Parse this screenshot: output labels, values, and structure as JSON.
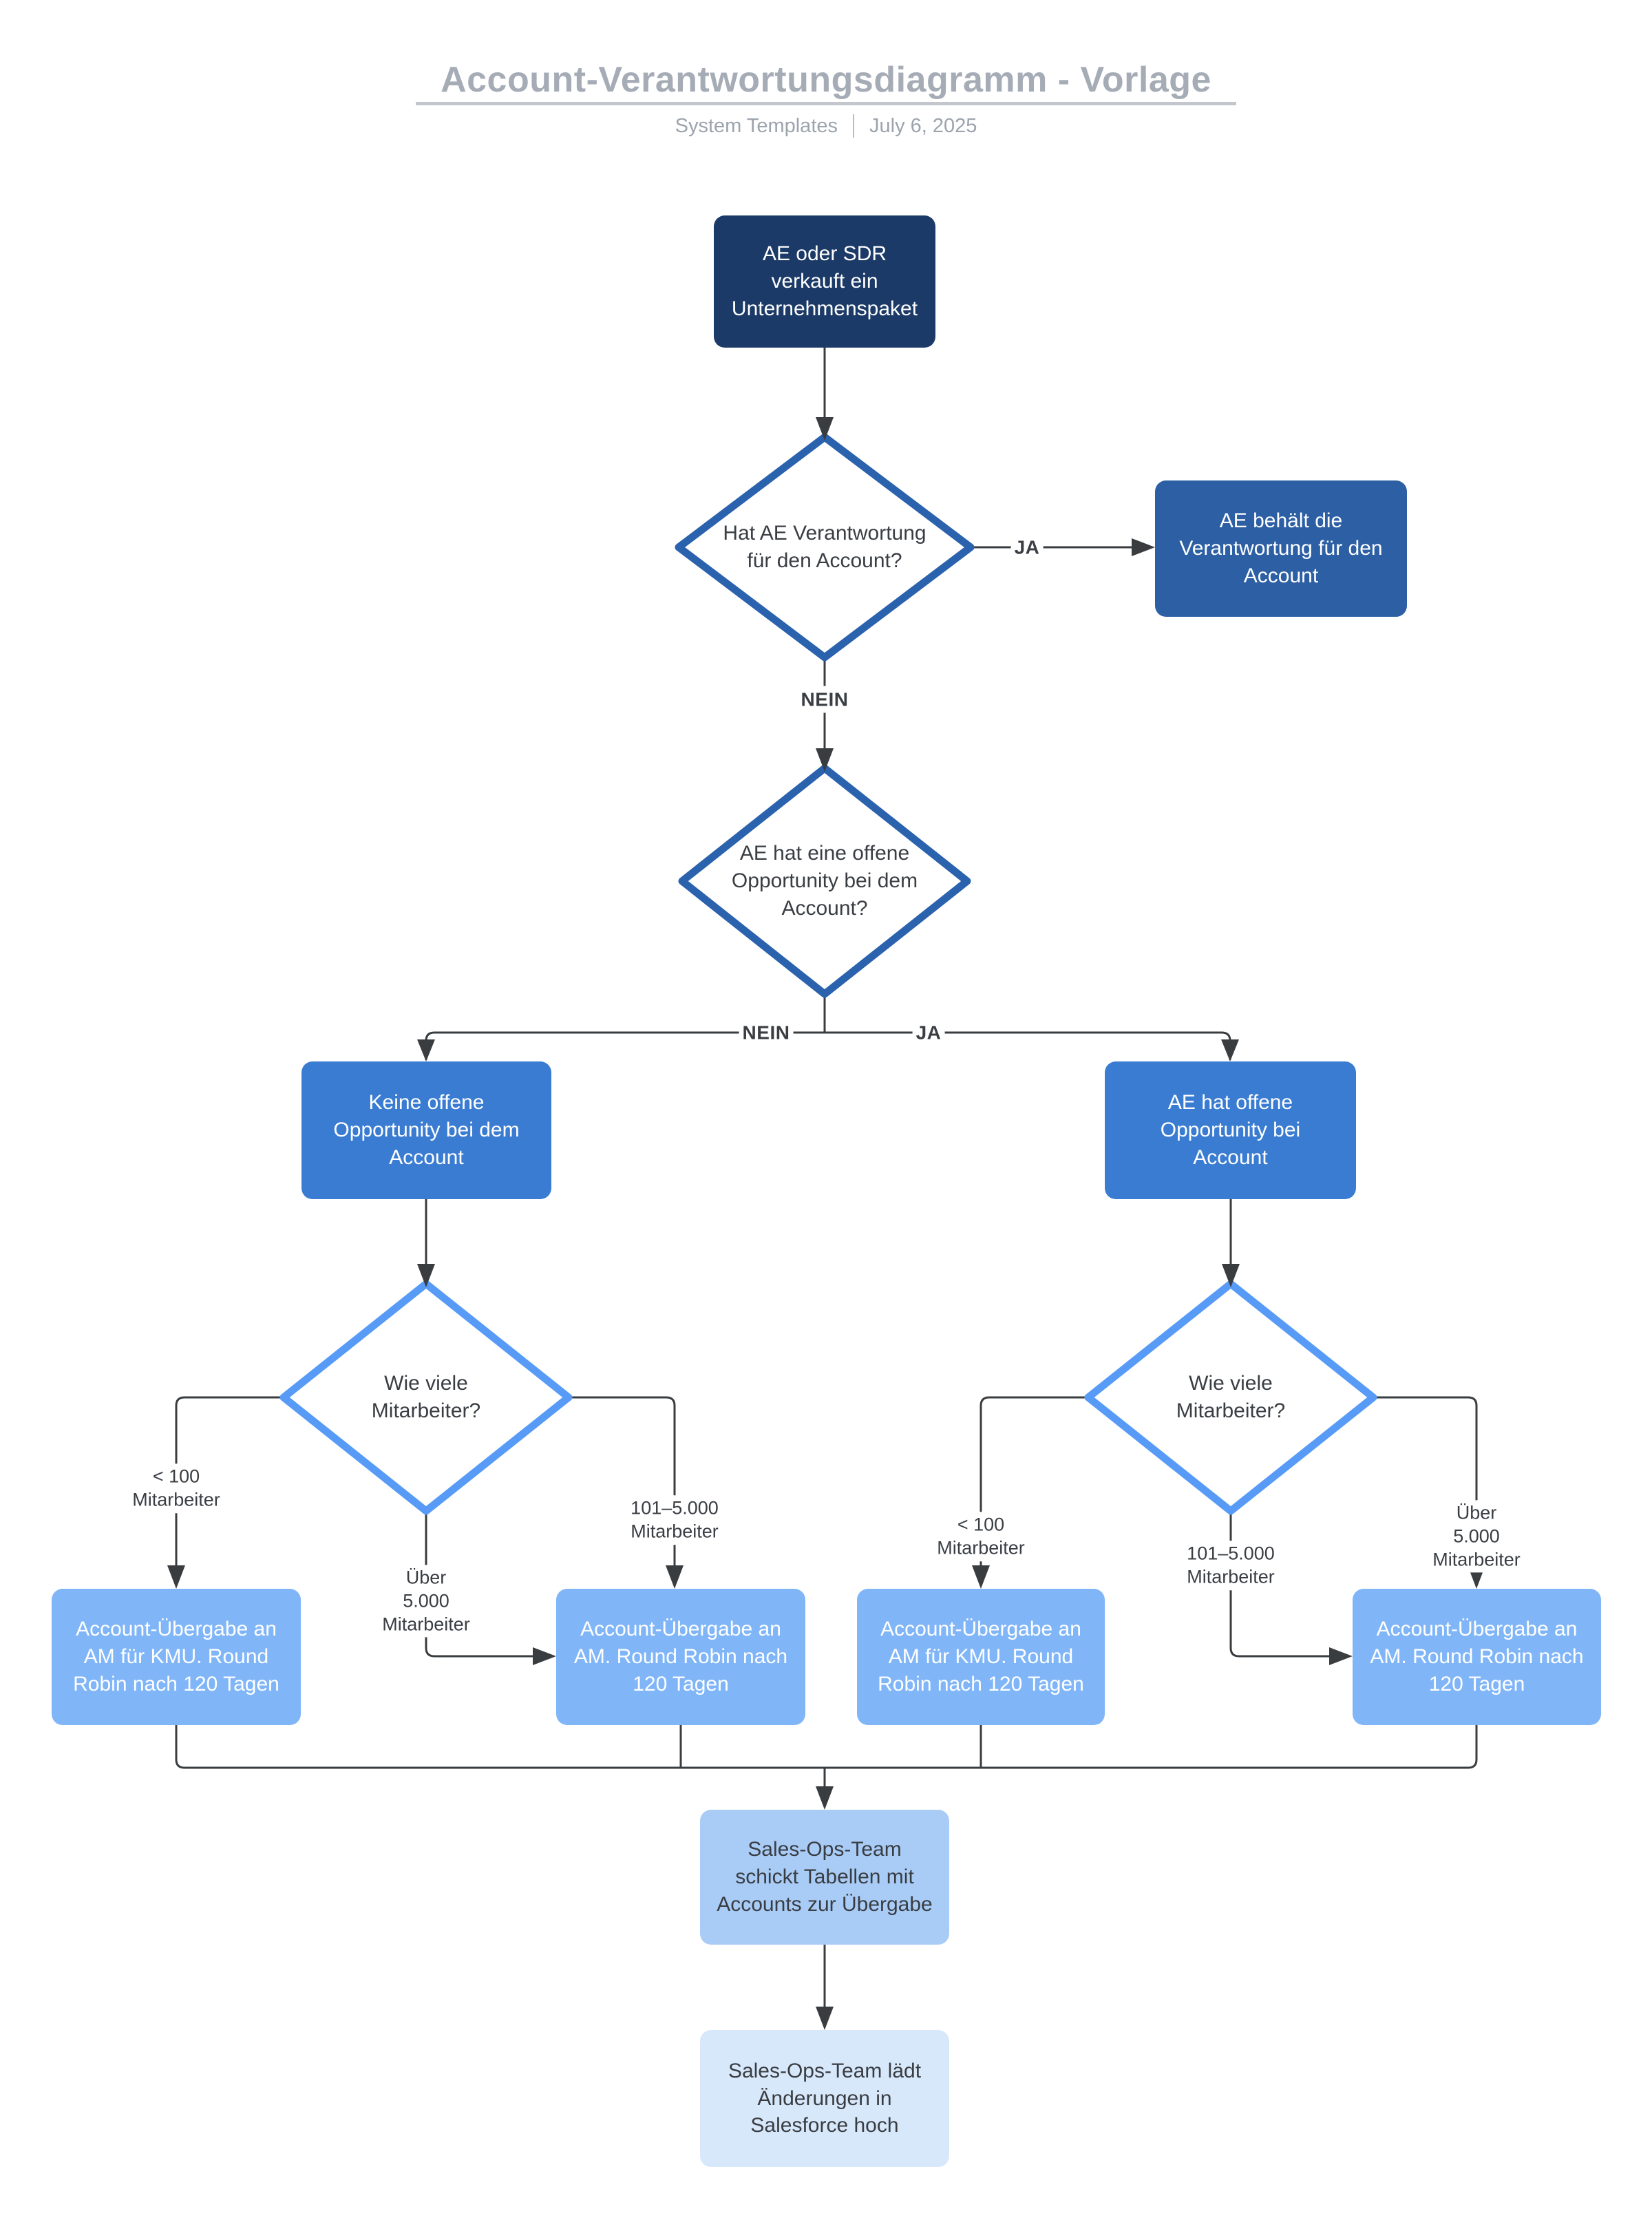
{
  "header": {
    "title": "Account-Verantwortungsdiagramm - Vorlage",
    "source": "System Templates",
    "date": "July 6, 2025"
  },
  "colors": {
    "dark_navy_box": "#1b3a67",
    "navy_box": "#2d5fa4",
    "medium_blue_box": "#3a7cd1",
    "light_blue_box": "#80b6f8",
    "pale_blue_box": "#a9ccf7",
    "faint_blue_box": "#d8e8fb",
    "decision_border_dark": "#2a62ad",
    "decision_border_light": "#579bf7",
    "connector": "#3a3d40",
    "title_gray": "#a6acb6"
  },
  "nodes": {
    "start": "AE oder SDR verkauft ein Unternehmenspaket",
    "q_responsibility": "Hat AE Verantwortung für den Account?",
    "keep_responsibility": "AE behält die Verantwortung für den Account",
    "q_open_opportunity": "AE hat eine offene Opportunity bei dem Account?",
    "no_open_opportunity": "Keine offene Opportunity bei dem Account",
    "has_open_opportunity": "AE hat offene Opportunity bei Account",
    "q_employees_left": "Wie viele Mitarbeiter?",
    "q_employees_right": "Wie viele Mitarbeiter?",
    "handover_kmu_left": "Account-Übergabe an AM für KMU. Round Robin nach 120 Tagen",
    "handover_am_left": "Account-Übergabe an AM. Round Robin nach 120 Tagen",
    "handover_kmu_right": "Account-Übergabe an AM für KMU. Round Robin nach 120 Tagen",
    "handover_am_right": "Account-Übergabe an AM. Round Robin nach 120 Tagen",
    "sales_ops_sheets": "Sales-Ops-Team schickt Tabellen mit Accounts zur Übergabe",
    "sales_ops_upload": "Sales-Ops-Team lädt Änderungen in Salesforce hoch"
  },
  "edge_labels": {
    "ja_top": "JA",
    "nein_top": "NEIN",
    "nein_split": "NEIN",
    "ja_split": "JA",
    "lt100_left": "< 100\nMitarbeiter",
    "mid_left": "101–5.000\nMitarbeiter",
    "over5000_left": "Über\n5.000\nMitarbeiter",
    "lt100_right": "< 100\nMitarbeiter",
    "mid_right": "101–5.000\nMitarbeiter",
    "over5000_right": "Über\n5.000\nMitarbeiter"
  }
}
